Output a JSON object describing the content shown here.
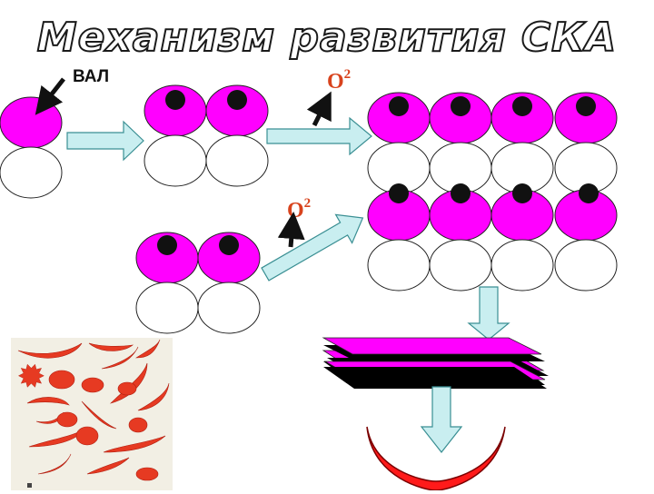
{
  "title": "Механизм развития СКА",
  "labels": {
    "val": "ВАЛ",
    "o2_base": "O",
    "o2_sup": "2"
  },
  "colors": {
    "magenta": "#ff00ff",
    "arrow_fill": "#c9eef0",
    "arrow_stroke": "#3a8f93",
    "red": "#ff1a1a",
    "black": "#000000",
    "pointer": "#111111",
    "text_red": "#d8431d"
  },
  "icons": {
    "block_arrow": "right-block-arrow",
    "down_arrow": "down-block-arrow",
    "pointer": "black-pointer-arrow"
  }
}
